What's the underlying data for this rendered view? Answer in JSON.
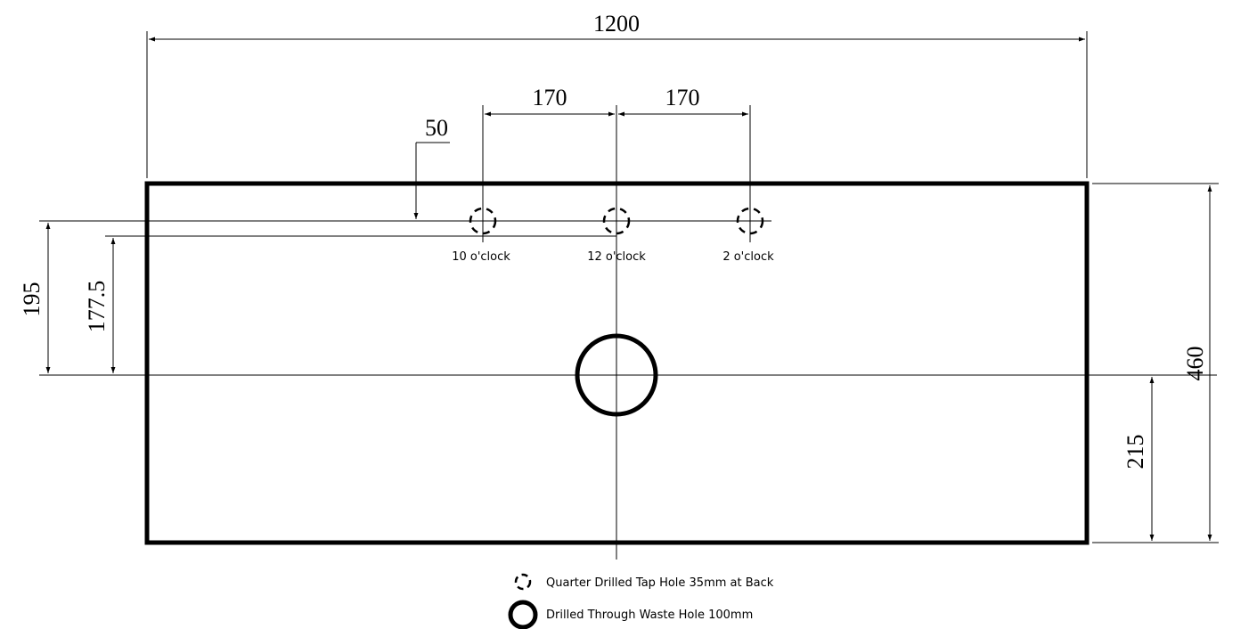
{
  "dimensions": {
    "overall_width": "1200",
    "tap_spacing_left": "170",
    "tap_spacing_right": "170",
    "tap_offset_back": "50",
    "depth_to_waste_outer": "195",
    "depth_to_waste_inner": "177.5",
    "overall_depth": "460",
    "waste_to_front": "215"
  },
  "tap_holes": [
    {
      "label": "10 o'clock"
    },
    {
      "label": "12 o'clock"
    },
    {
      "label": "2 o'clock"
    }
  ],
  "legend": {
    "tap_hole": "Quarter Drilled Tap Hole 35mm at Back",
    "waste_hole": "Drilled Through Waste Hole 100mm"
  },
  "colors": {
    "line": "#000000",
    "background": "#ffffff"
  }
}
